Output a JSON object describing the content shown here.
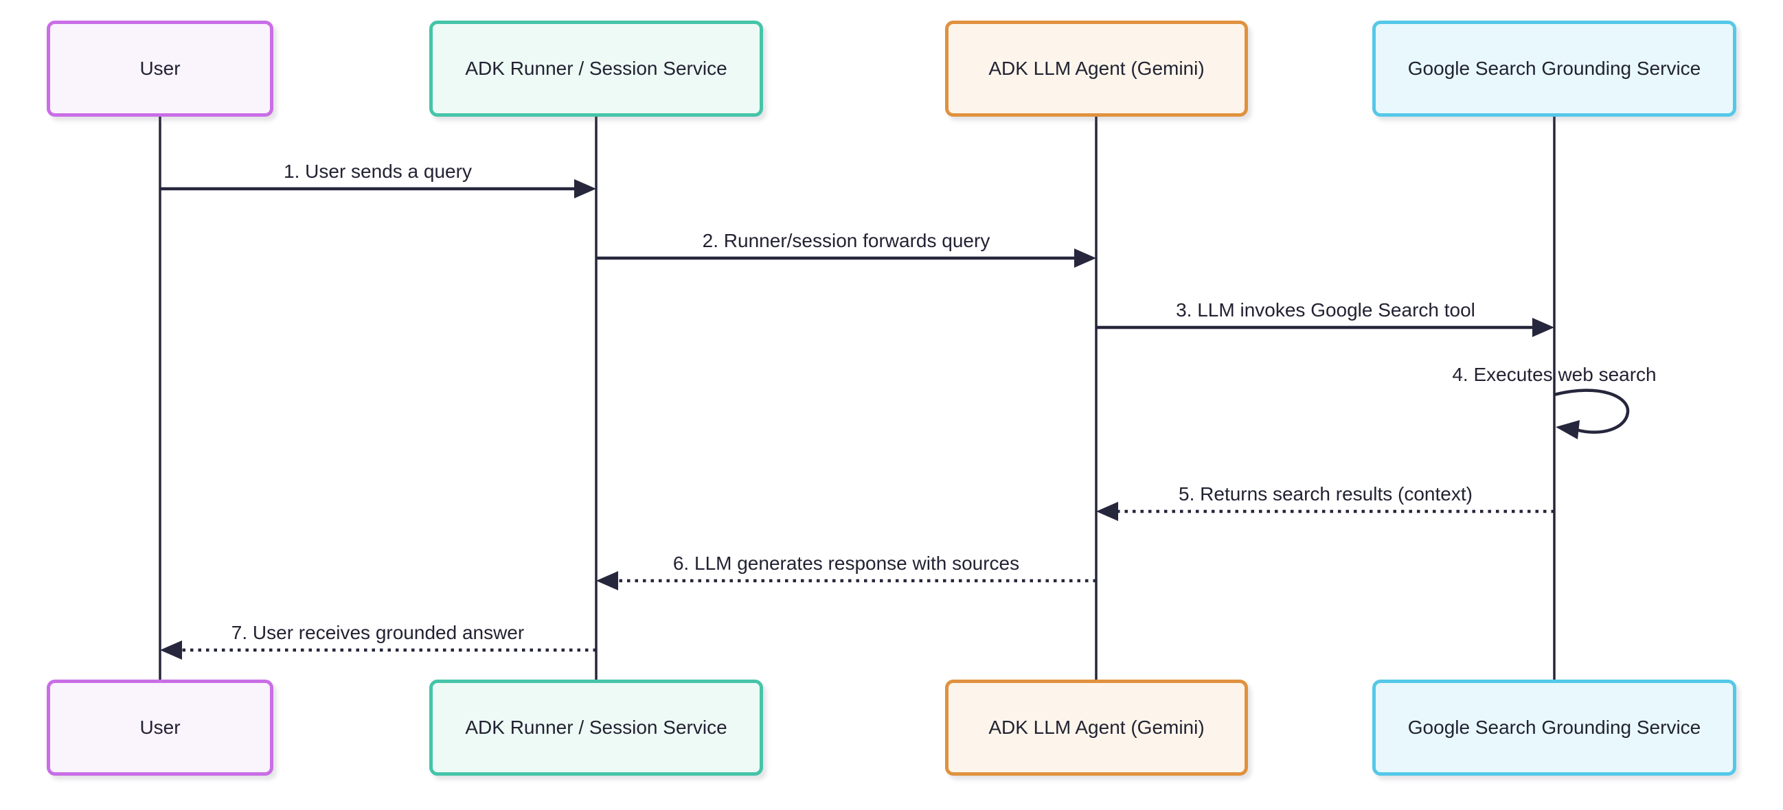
{
  "diagram": {
    "type": "sequence-diagram",
    "background": "#ffffff",
    "line_color": "#26263c",
    "text_color": "#222233",
    "actors": [
      {
        "id": "user",
        "label": "User",
        "border_color": "#c96ee6",
        "fill_color": "#faf4fc"
      },
      {
        "id": "runner",
        "label": "ADK Runner / Session Service",
        "border_color": "#45c4a8",
        "fill_color": "#eefaf5"
      },
      {
        "id": "llm",
        "label": "ADK LLM Agent (Gemini)",
        "border_color": "#e0913f",
        "fill_color": "#fdf5eb"
      },
      {
        "id": "google",
        "label": "Google Search Grounding Service",
        "border_color": "#55c8e8",
        "fill_color": "#e8f8fc"
      }
    ],
    "messages": [
      {
        "num": 1,
        "label": "1. User sends a query",
        "from": "user",
        "to": "runner",
        "line": "solid",
        "direction": "right"
      },
      {
        "num": 2,
        "label": "2. Runner/session forwards query",
        "from": "runner",
        "to": "llm",
        "line": "solid",
        "direction": "right"
      },
      {
        "num": 3,
        "label": "3. LLM invokes Google Search tool",
        "from": "llm",
        "to": "google",
        "line": "solid",
        "direction": "right"
      },
      {
        "num": 4,
        "label": "4. Executes web search",
        "from": "google",
        "to": "google",
        "line": "solid",
        "direction": "self"
      },
      {
        "num": 5,
        "label": "5. Returns search results (context)",
        "from": "google",
        "to": "llm",
        "line": "dotted",
        "direction": "left"
      },
      {
        "num": 6,
        "label": "6. LLM generates response with sources",
        "from": "llm",
        "to": "runner",
        "line": "dotted",
        "direction": "left"
      },
      {
        "num": 7,
        "label": "7. User receives grounded answer",
        "from": "runner",
        "to": "user",
        "line": "dotted",
        "direction": "left"
      }
    ]
  }
}
